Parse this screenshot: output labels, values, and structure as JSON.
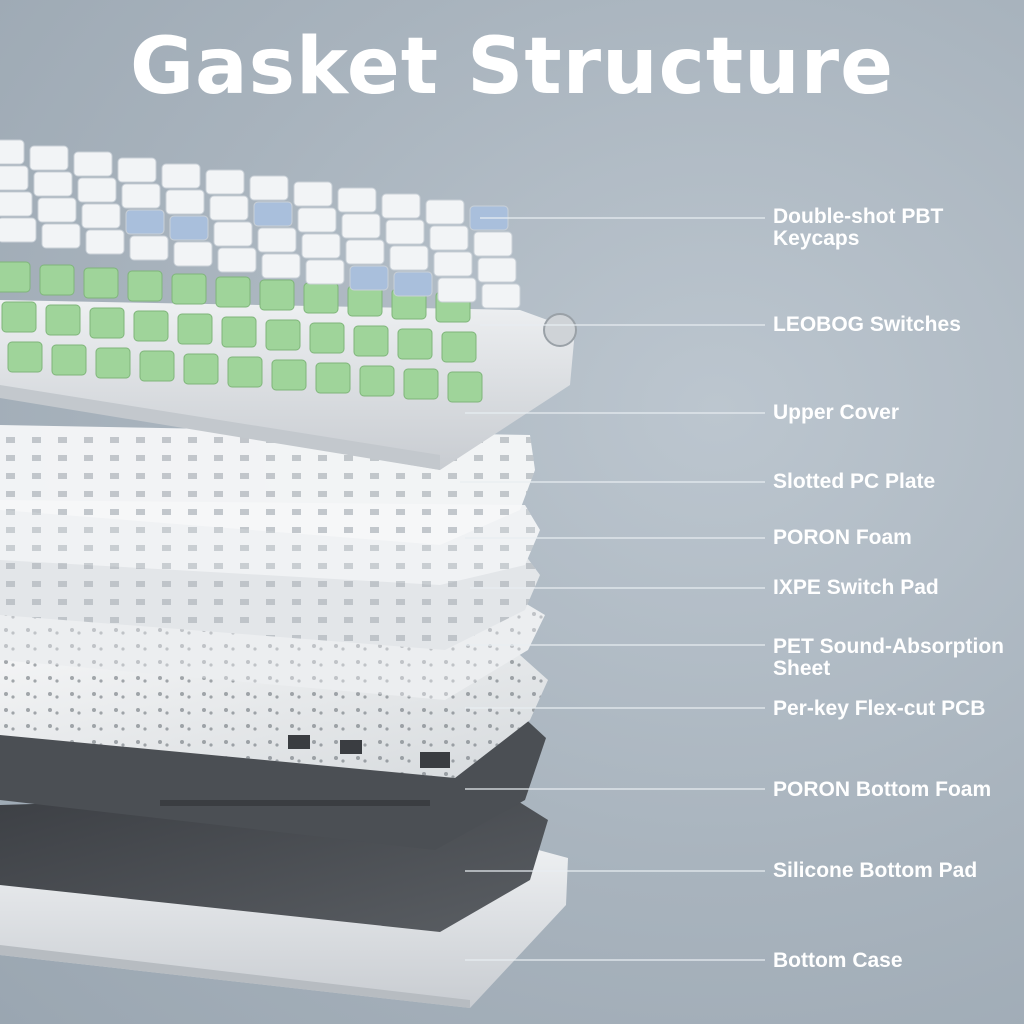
{
  "title": "Gasket Structure",
  "layers": [
    {
      "label": "Double-shot PBT\nKeycaps",
      "icon": "keycaps-illustration"
    },
    {
      "label": "LEOBOG Switches",
      "icon": "switches-illustration"
    },
    {
      "label": "Upper Cover",
      "icon": "upper-cover-illustration"
    },
    {
      "label": "Slotted PC Plate",
      "icon": "pc-plate-illustration"
    },
    {
      "label": "PORON Foam",
      "icon": "poron-foam-illustration"
    },
    {
      "label": "IXPE Switch Pad",
      "icon": "ixpe-pad-illustration"
    },
    {
      "label": "PET Sound-Absorption\nSheet",
      "icon": "pet-sheet-illustration"
    },
    {
      "label": "Per-key Flex-cut PCB",
      "icon": "pcb-illustration"
    },
    {
      "label": "PORON Bottom Foam",
      "icon": "bottom-foam-illustration"
    },
    {
      "label": "Silicone Bottom Pad",
      "icon": "silicone-pad-illustration"
    },
    {
      "label": "Bottom Case",
      "icon": "bottom-case-illustration"
    }
  ],
  "colors": {
    "background": "#a8b3bd",
    "text": "#ffffff",
    "leader_line": "#e8edf1",
    "keycap_white": "#f2f4f6",
    "keycap_blue": "#a9bfdc",
    "switch_green": "#9fd49a",
    "upper_cover": "#e9ecef",
    "dark_layer": "#4a4d52",
    "bottom_case": "#d9dde1"
  }
}
